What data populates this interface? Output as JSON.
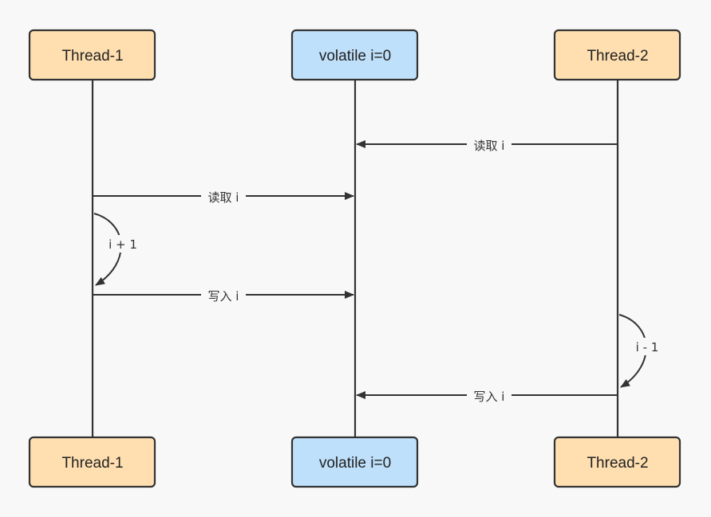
{
  "colors": {
    "background": "#f8f8f8",
    "thread_fill": "#ffdfb0",
    "variable_fill": "#bfe0fb",
    "stroke": "#333333"
  },
  "participants": {
    "thread1": {
      "label": "Thread-1"
    },
    "variable": {
      "label": "volatile i=0"
    },
    "thread2": {
      "label": "Thread-2"
    }
  },
  "messages": {
    "t2_read": "读取 i",
    "t1_read": "读取 i",
    "t1_incr": "i + 1",
    "t1_write": "写入 i",
    "t2_decr": "i - 1",
    "t2_write": "写入 i"
  }
}
